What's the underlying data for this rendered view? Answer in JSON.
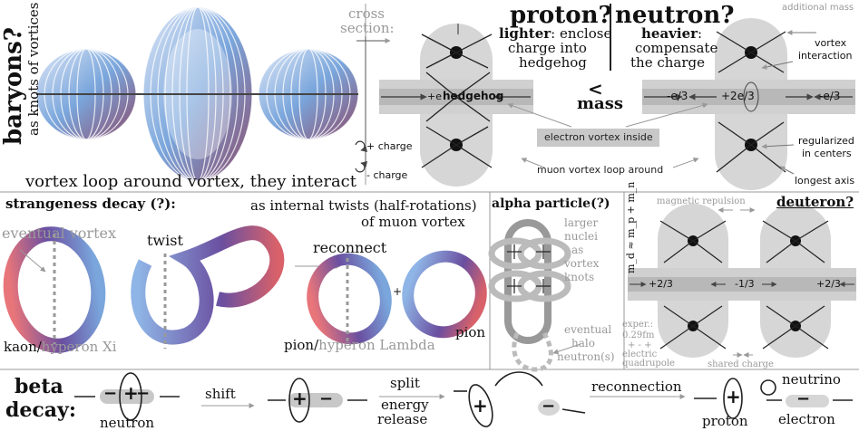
{
  "colors": {
    "accent_blue": "#7aa6dc",
    "accent_red": "#c0504d",
    "accent_purple": "#6a4fa0",
    "tube": "#d6d6d6",
    "tube_dark": "#b8b8b8",
    "line": "#222222",
    "muted": "#999999"
  },
  "top": {
    "baryons_title": "baryons?",
    "baryons_sub": "as knots of vortices",
    "vortex_loop_caption": "vortex loop around vortex, they interact",
    "cross_section_line1": "cross",
    "cross_section_line2": "section:",
    "plus_charge": "+ charge",
    "minus_charge": "- charge",
    "proton_title": "proton?",
    "proton_lead": "lighter",
    "proton_desc1": ": enclose",
    "proton_desc2": "charge into",
    "proton_desc3": "hedgehog",
    "neutron_title": "neutron?",
    "neutron_lead": "heavier",
    "neutron_desc1": ":",
    "neutron_desc2": "compensate",
    "neutron_desc3": "the charge",
    "less_than": "<",
    "mass": "mass",
    "proton_label": "+e",
    "hedgehog": "hedgehog",
    "electron_vortex": "electron vortex inside",
    "muon_loop": "muon vortex loop around",
    "additional_mass": "additional mass",
    "vortex_interaction_1": "vortex",
    "vortex_interaction_2": "interaction",
    "n_left": "-e/3",
    "n_mid": "+2e/3",
    "n_right": "-e/3",
    "regularized_1": "regularized",
    "regularized_2": "in centers",
    "longest_axis": "longest axis"
  },
  "middle": {
    "strangeness_title": "strangeness decay (?):",
    "internal_twists": "as internal twists (half-rotations)",
    "of_muon": "of muon vortex",
    "eventual_vortex": "eventual vortex",
    "twist": "twist",
    "reconnect": "reconnect",
    "plus": "+",
    "kaon": "kaon/",
    "hyperon_xi": "hyperon Xi",
    "pion_lambda_1": "pion/",
    "pion_lambda_2": "hyperon Lambda",
    "pion": "pion",
    "alpha_title": "alpha particle(?)",
    "larger_1": "larger",
    "larger_2": "nuclei",
    "larger_3": "as",
    "larger_4": "vortex",
    "larger_5": "knots",
    "eventual_halo_1": "eventual",
    "eventual_halo_2": "halo",
    "eventual_halo_3": "neutron(s)",
    "magnetic_repulsion": "magnetic repulsion",
    "deuteron_title": "deuteron?",
    "mass_relation": "m_d ≈ m_p + m_n",
    "d_left": "+2/3",
    "d_mid": "-1/3",
    "d_right": "+2/3",
    "exper_1": "exper.:",
    "exper_2": "0.29fm",
    "exper_3": "+ - +",
    "exper_4": "electric",
    "exper_5": "quadrupole",
    "shared_charge": "shared charge"
  },
  "bottom": {
    "beta": "beta",
    "decay": "decay:",
    "neutron": "neutron",
    "shift": "shift",
    "split": "split",
    "energy": "energy",
    "release": "release",
    "reconnection": "reconnection",
    "neutrino": "neutrino",
    "proton": "proton",
    "electron": "electron"
  }
}
